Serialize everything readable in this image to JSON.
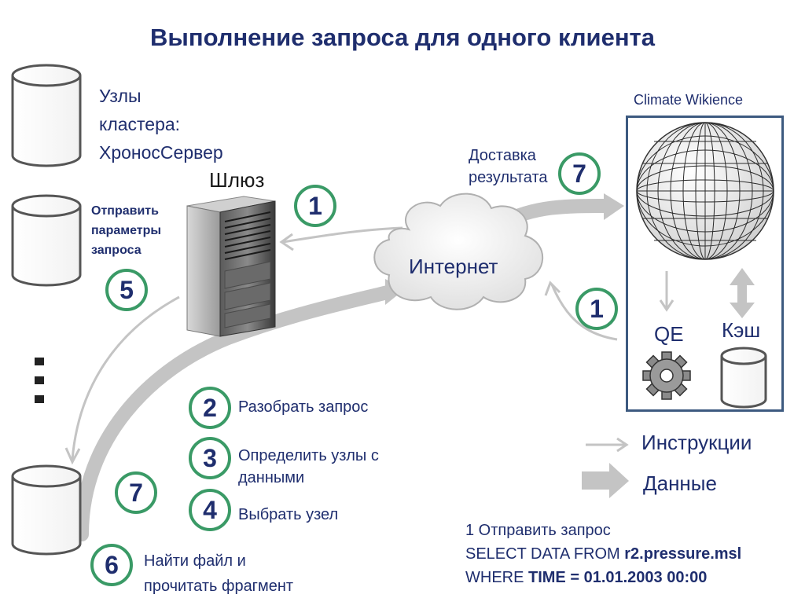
{
  "title": "Выполнение запроса для одного клиента",
  "cluster_nodes_label": [
    "Узлы",
    "кластера:",
    "ХроносСервер"
  ],
  "gateway_label": "Шлюз",
  "send_params_label": [
    "Отправить",
    "параметры",
    "запроса"
  ],
  "internet_label": "Интернет",
  "delivery_label": [
    "Доставка",
    "результата"
  ],
  "wikience_label": "Climate Wikience",
  "qe_label": "QE",
  "cache_label": "Кэш",
  "ellipsis": "⋮",
  "steps": {
    "s1_gateway": "1",
    "s1_client": "1",
    "s2": "2",
    "s2_text": "Разобрать запрос",
    "s3": "3",
    "s3_text": [
      "Определить узлы с",
      "данными"
    ],
    "s4": "4",
    "s4_text": "Выбрать узел",
    "s5": "5",
    "s6": "6",
    "s6_text": [
      "Найти файл и",
      "прочитать фрагмент"
    ],
    "s7_left": "7",
    "s7_top": "7"
  },
  "legend": {
    "instructions": "Инструкции",
    "data": "Данные"
  },
  "query": {
    "line1": "1 Отправить запрос",
    "line2_prefix": "SELECT DATA FROM ",
    "line2_bold": "r2.pressure.msl",
    "line3_prefix": "WHERE ",
    "line3_bold": "TIME = 01.01.2003 00:00"
  },
  "colors": {
    "title": "#1f2e6e",
    "badge_border": "#3a9a66",
    "box_border": "#3d5a80",
    "arrow": "#c4c4c4"
  },
  "icons": [
    "database-icon",
    "server-icon",
    "cloud-icon",
    "globe-icon",
    "gear-icon",
    "arrow-icon"
  ]
}
